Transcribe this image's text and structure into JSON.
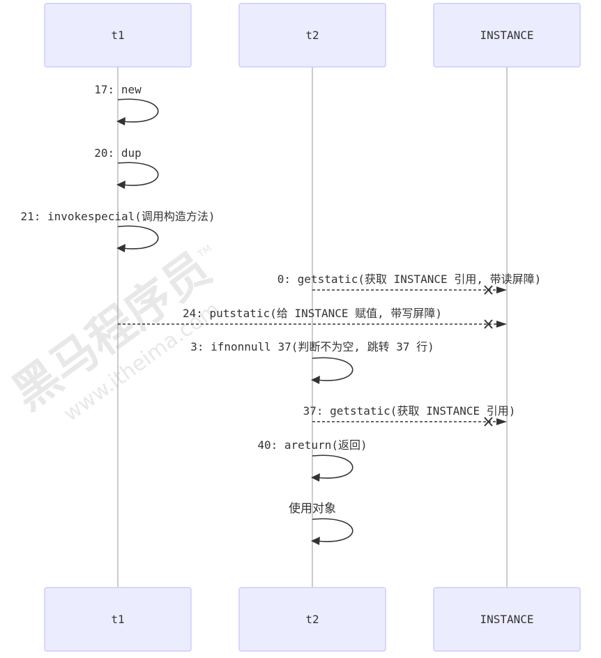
{
  "participants": [
    "t1",
    "t2",
    "INSTANCE"
  ],
  "messages": [
    {
      "label": "17: new",
      "from": "t1",
      "to": "t1",
      "self": true
    },
    {
      "label": "20: dup",
      "from": "t1",
      "to": "t1",
      "self": true
    },
    {
      "label": "21: invokespecial(调用构造方法)",
      "from": "t1",
      "to": "t1",
      "self": true
    },
    {
      "label": "0: getstatic(获取 INSTANCE 引用, 带读屏障)",
      "from": "t2",
      "to": "INSTANCE",
      "dashed": true,
      "cross": true
    },
    {
      "label": "24: putstatic(给 INSTANCE 赋值, 带写屏障)",
      "from": "t1",
      "to": "INSTANCE",
      "dashed": true,
      "cross": true
    },
    {
      "label": "3: ifnonnull 37(判断不为空, 跳转 37 行)",
      "from": "t2",
      "to": "t2",
      "self": true
    },
    {
      "label": "37: getstatic(获取 INSTANCE 引用)",
      "from": "t2",
      "to": "INSTANCE",
      "dashed": true,
      "cross": true
    },
    {
      "label": "40: areturn(返回)",
      "from": "t2",
      "to": "t2",
      "self": true
    },
    {
      "label": "使用对象",
      "from": "t2",
      "to": "t2",
      "self": true
    }
  ],
  "watermark": {
    "brand": "黑马程序员",
    "tm": "TM",
    "url": "www.itheima.com"
  }
}
